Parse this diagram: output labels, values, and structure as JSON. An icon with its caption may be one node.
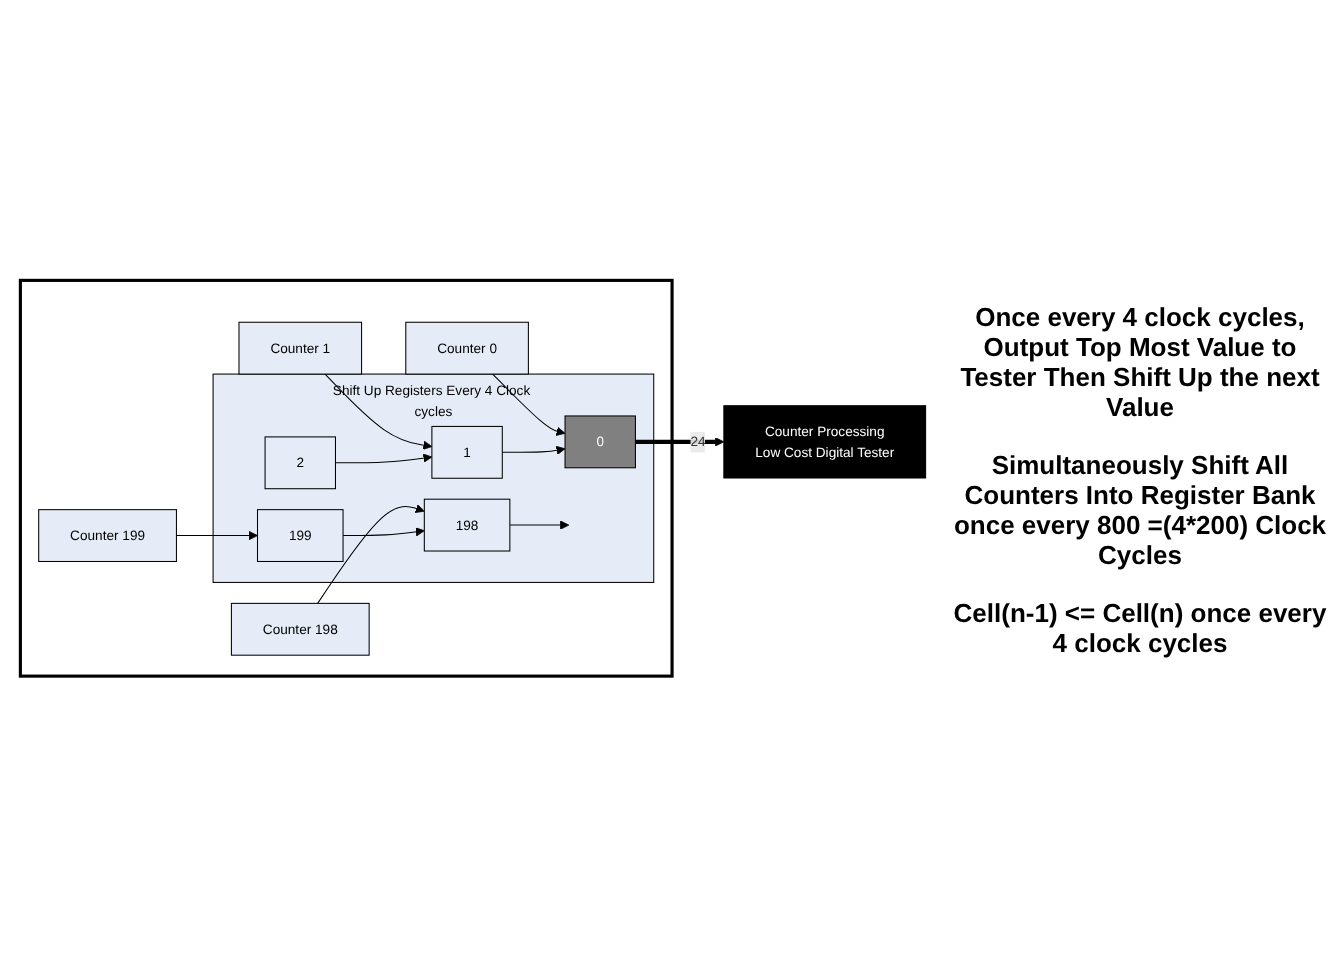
{
  "diagram": {
    "nodes": [
      {
        "text": [],
        "shape": "box"
      },
      {
        "text": [
          "Counter 0"
        ],
        "in": 0
      },
      {
        "text": [
          "Counter 1"
        ],
        "in": 0
      },
      {
        "text": [
          "Counter 198"
        ],
        "in": 0
      },
      {
        "text": [
          "Counter 199"
        ],
        "in": 0
      },
      {
        "text": [
          "Shift Up Registers Every 4 Clock cycles"
        ],
        "in": 0
      },
      {
        "text": [
          "0"
        ],
        "in": 5
      },
      {
        "text": [
          "1"
        ],
        "in": 5
      },
      {
        "text": [
          "2"
        ],
        "in": 5
      },
      {
        "text": [
          "198"
        ],
        "in": 5
      },
      {
        "text": [
          "199"
        ],
        "in": 5
      },
      {
        "text": [
          "Counter Processing",
          "Low Cost Digital Tester"
        ]
      }
    ],
    "edges": [
      {
        "from": 1,
        "to": 6,
        "arrow": "to"
      },
      {
        "from": 2,
        "to": 7,
        "arrow": "to"
      },
      {
        "from": 3,
        "to": 9,
        "arrow": "to"
      },
      {
        "from": 4,
        "to": 10,
        "arrow": "to"
      },
      {
        "from": 7,
        "to": 6,
        "arrow": "to"
      },
      {
        "from": 8,
        "to": 7,
        "arrow": "to"
      },
      {
        "from": 9,
        "to": null,
        "arrow": "to"
      },
      {
        "from": 10,
        "to": 9,
        "arrow": "to"
      },
      {
        "from": 6,
        "to": 11,
        "arrow": "to",
        "label": "24",
        "style": "thick"
      }
    ],
    "labels": [
      "Once every 4 clock cycles, Output Top Most Value to Tester Then Shift Up the next Value",
      "Simultaneously Shift All Counters Into Register Bank once every 800 =(4*200) Clock Cycles",
      "Cell(n-1) <= Cell(n) once every 4 clock cycles"
    ]
  }
}
